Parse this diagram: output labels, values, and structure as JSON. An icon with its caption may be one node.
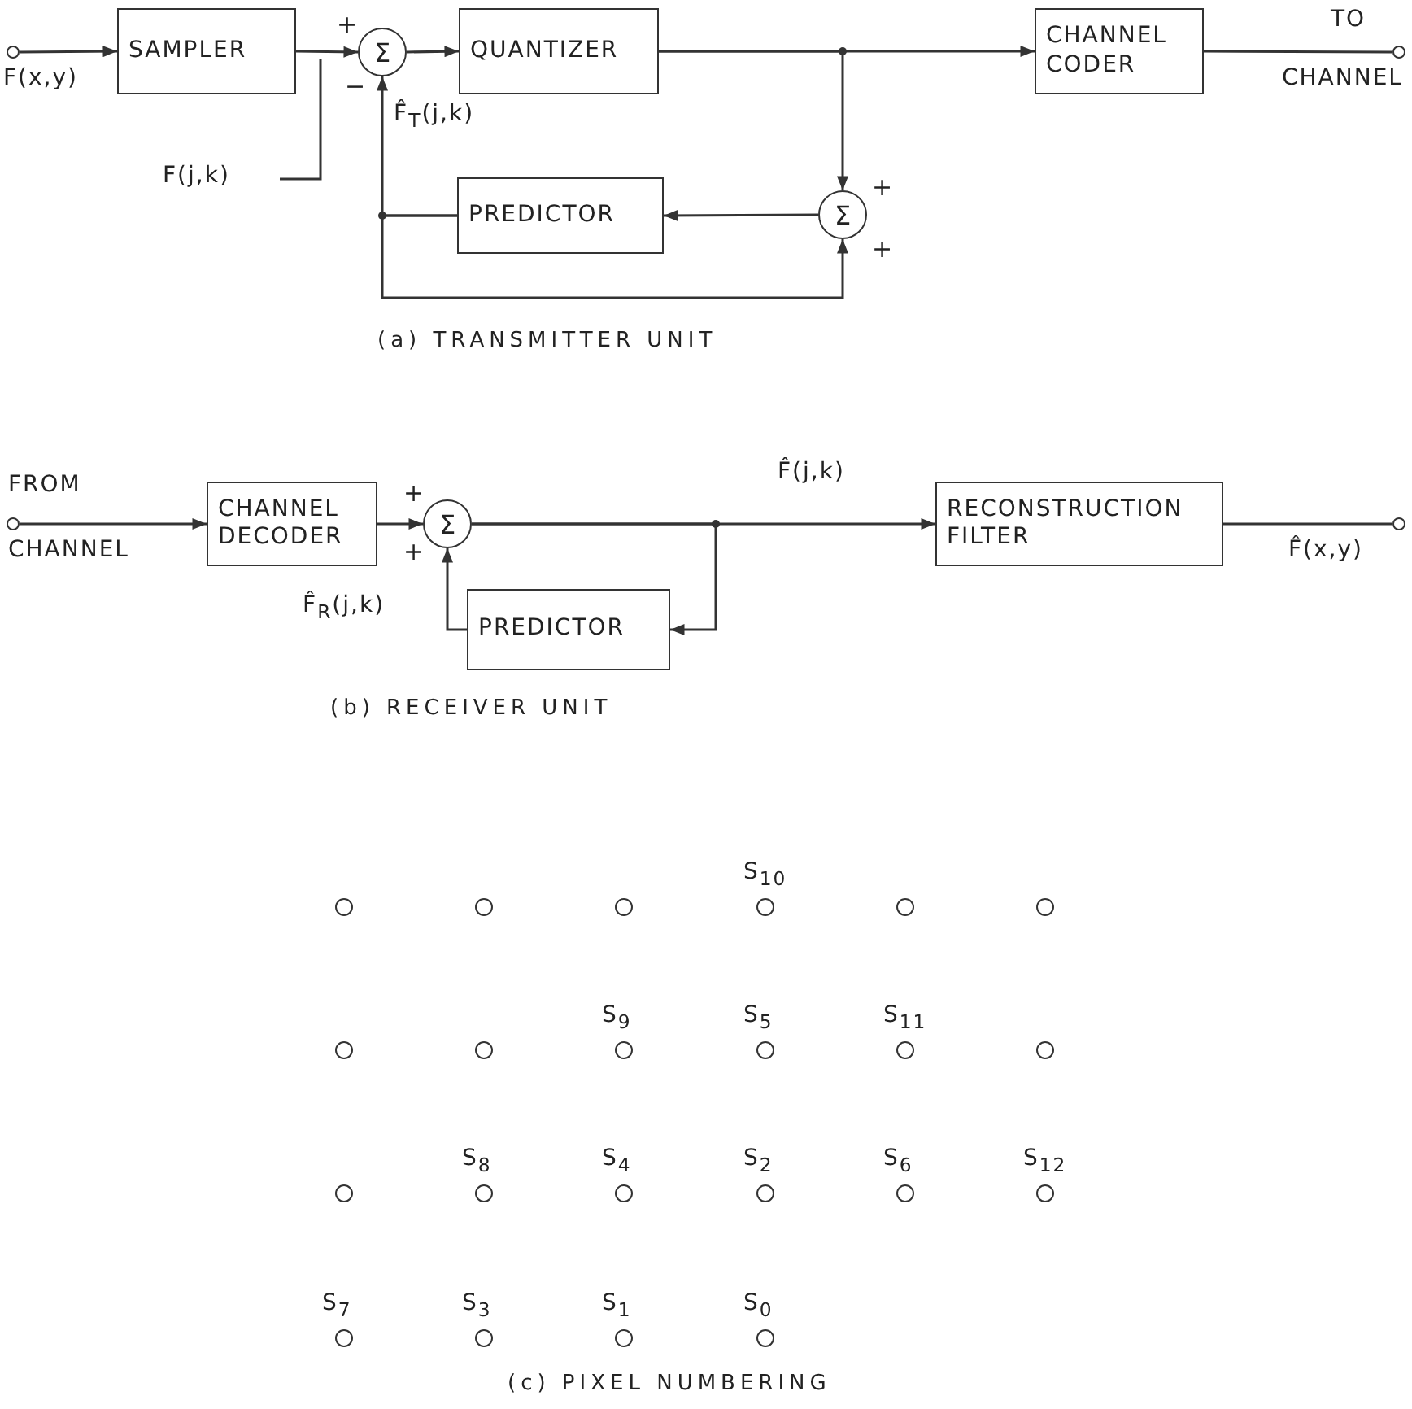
{
  "diagram": {
    "nodes": [
      {
        "text": [],
        "shape": "circle",
        "beside": [
          "F(x,y)"
        ]
      },
      {
        "text": [
          "SAMPLER"
        ]
      },
      {
        "text": [
          "Σ"
        ]
      },
      {
        "text": [
          "QUANTIZER"
        ]
      },
      {
        "text": [
          "CHANNEL CODER"
        ]
      },
      {
        "text": [],
        "shape": "circle",
        "beside": [
          "TO",
          "CHANNEL"
        ]
      },
      {
        "text": [
          "F(j,k)"
        ]
      },
      {
        "text": [
          "PREDICTOR"
        ]
      },
      {
        "text": [
          "Σ"
        ]
      },
      {
        "text": [],
        "shape": "circle",
        "beside": [
          "FROM",
          "CHANNEL"
        ]
      },
      {
        "text": [
          "CHANNEL DECODER"
        ]
      },
      {
        "text": [
          "Σ"
        ]
      },
      {
        "text": [
          "RECONSTRUCTION FILTER"
        ]
      },
      {
        "text": [],
        "shape": "circle",
        "beside": [
          "F̂(x,y)"
        ]
      },
      {
        "text": [
          "PREDICTOR"
        ]
      },
      {
        "text": [],
        "shape": "circle"
      },
      {
        "text": [],
        "shape": "circle"
      },
      {
        "text": [],
        "shape": "circle"
      },
      {
        "text": [],
        "shape": "circle",
        "beside": [
          "S$_{10}$"
        ]
      },
      {
        "text": [],
        "shape": "circle"
      },
      {
        "text": [],
        "shape": "circle"
      },
      {
        "text": [],
        "shape": "circle"
      },
      {
        "text": [],
        "shape": "circle"
      },
      {
        "text": [],
        "shape": "circle",
        "beside": [
          "S$_{9}$"
        ]
      },
      {
        "text": [],
        "shape": "circle",
        "beside": [
          "S$_{5}$"
        ]
      },
      {
        "text": [],
        "shape": "circle",
        "beside": [
          "S$_{11}$"
        ]
      },
      {
        "text": [],
        "shape": "circle"
      },
      {
        "text": [],
        "shape": "circle"
      },
      {
        "text": [],
        "shape": "circle",
        "beside": [
          "S$_{8}$"
        ]
      },
      {
        "text": [],
        "shape": "circle",
        "beside": [
          "S$_{4}$"
        ]
      },
      {
        "text": [],
        "shape": "circle",
        "beside": [
          "S$_{2}$"
        ]
      },
      {
        "text": [],
        "shape": "circle",
        "beside": [
          "S$_{6}$"
        ]
      },
      {
        "text": [],
        "shape": "circle",
        "beside": [
          "S$_{12}$"
        ]
      },
      {
        "text": [],
        "shape": "circle",
        "beside": [
          "S$_{7}$"
        ]
      },
      {
        "text": [],
        "shape": "circle",
        "beside": [
          "S$_{3}$"
        ]
      },
      {
        "text": [],
        "shape": "circle",
        "beside": [
          "S$_{1}$"
        ]
      },
      {
        "text": [],
        "shape": "circle",
        "beside": [
          "S$_{0}$"
        ]
      }
    ],
    "edges": [
      {
        "from": 0,
        "to": 1,
        "arrow": "to"
      },
      {
        "from": 1,
        "to": 2,
        "arrow": "to"
      },
      {
        "from": 2,
        "to": 3,
        "arrow": "to"
      },
      {
        "from": 3,
        "to": 4,
        "arrow": "to"
      },
      {
        "from": 3,
        "to": 8,
        "arrow": "to"
      },
      {
        "from": 4,
        "to": 5,
        "arrow": "none"
      },
      {
        "from": 8,
        "to": 7,
        "arrow": "to"
      },
      {
        "from": 7,
        "to": 2,
        "arrow": "to",
        "label": "F̂$_{T}$(j,k)"
      },
      {
        "from": 7,
        "to": 8,
        "arrow": "to"
      },
      {
        "from": 6,
        "to": null,
        "arrow": "none"
      },
      {
        "from": 9,
        "to": 10,
        "arrow": "to"
      },
      {
        "from": 10,
        "to": 11,
        "arrow": "to"
      },
      {
        "from": 11,
        "to": 12,
        "arrow": "to",
        "label": "F̂(j,k)"
      },
      {
        "from": 12,
        "to": 13,
        "arrow": "none"
      },
      {
        "from": 11,
        "to": 14,
        "arrow": "to"
      },
      {
        "from": 14,
        "to": 11,
        "arrow": "to",
        "label": "F̂$_{R}$(j,k)"
      }
    ],
    "labels": [
      "+",
      "−",
      "+",
      "+",
      "(a) TRANSMITTER UNIT",
      "+",
      "+",
      "(b) RECEIVER UNIT",
      "(c) PIXEL NUMBERING"
    ]
  }
}
